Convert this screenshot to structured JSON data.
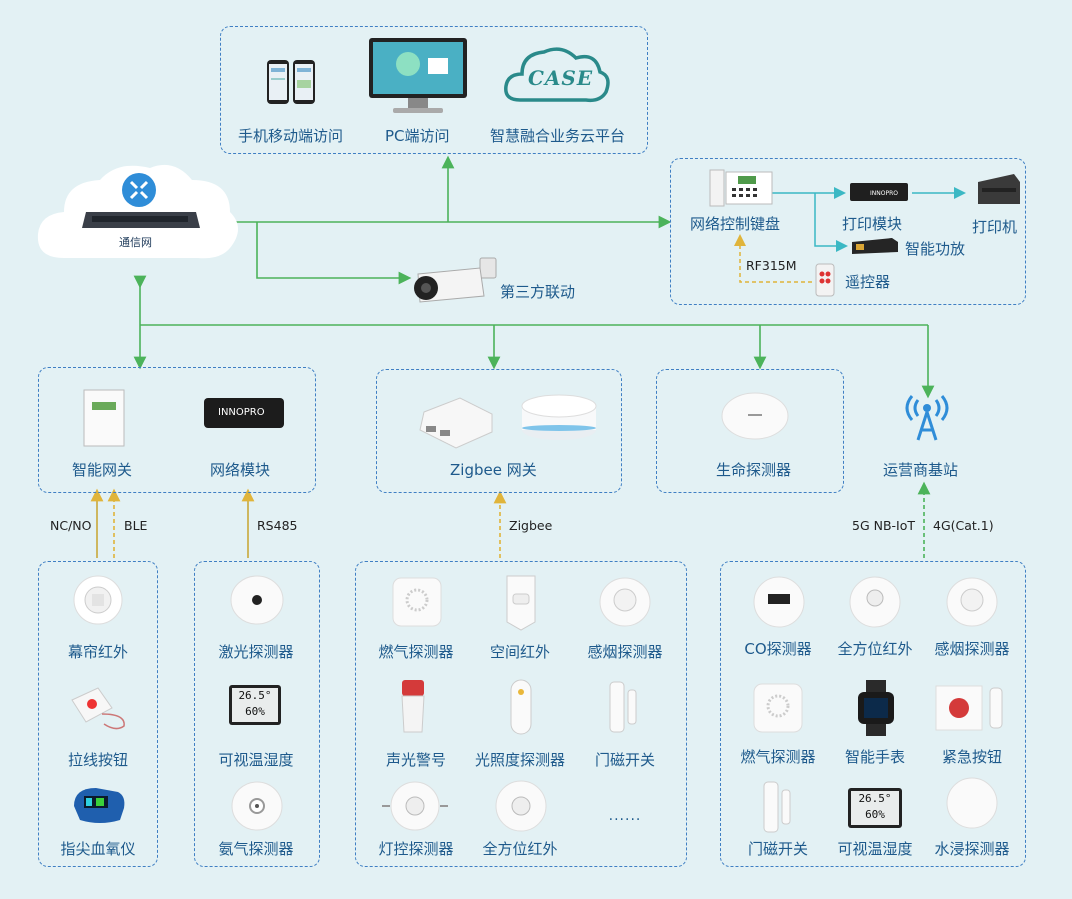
{
  "top_panel": {
    "mobile_label": "手机移动端访问",
    "pc_label": "PC端访问",
    "cloud_label": "智慧融合业务云平台",
    "case_logo_text": "CASE"
  },
  "network": {
    "label": "通信网",
    "third_party_label": "第三方联动"
  },
  "keypad_panel": {
    "keypad_label": "网络控制键盘",
    "print_module_label": "打印模块",
    "printer_label": "打印机",
    "amplifier_label": "智能功放",
    "remote_label": "遥控器",
    "rf_label": "RF315M"
  },
  "gateway_panel": {
    "gateway_label": "智能网关",
    "network_module_label": "网络模块",
    "innopro_text": "INNOPRO"
  },
  "zigbee_panel": {
    "label": "Zigbee  网关"
  },
  "life_panel": {
    "label": "生命探测器"
  },
  "base_station": {
    "label": "运营商基站"
  },
  "links": {
    "nc_no": "NC/NO",
    "ble": "BLE",
    "rs485": "RS485",
    "zigbee": "Zigbee",
    "nbiot": "5G NB-IoT",
    "cat1": "4G(Cat.1)"
  },
  "group1": {
    "items": [
      "幕帘红外",
      "拉线按钮",
      "指尖血氧仪"
    ]
  },
  "group2": {
    "items": [
      "激光探测器",
      "可视温湿度",
      "氨气探测器"
    ],
    "temp": "26.5°",
    "hum": "60%"
  },
  "group3": {
    "items": [
      "燃气探测器",
      "空间红外",
      "感烟探测器",
      "声光警号",
      "光照度探测器",
      "门磁开关",
      "灯控探测器",
      "全方位红外",
      "......"
    ]
  },
  "group4": {
    "items": [
      "CO探测器",
      "全方位红外",
      "感烟探测器",
      "燃气探测器",
      "智能手表",
      "紧急按钮",
      "门磁开关",
      "可视温湿度",
      "水浸探测器"
    ],
    "temp": "26.5°",
    "hum": "60%"
  },
  "colors": {
    "accent": "#3f7fc3",
    "green_line": "#4cb35a",
    "teal_line": "#3bb8c4",
    "yellow_line": "#e0b43a"
  }
}
